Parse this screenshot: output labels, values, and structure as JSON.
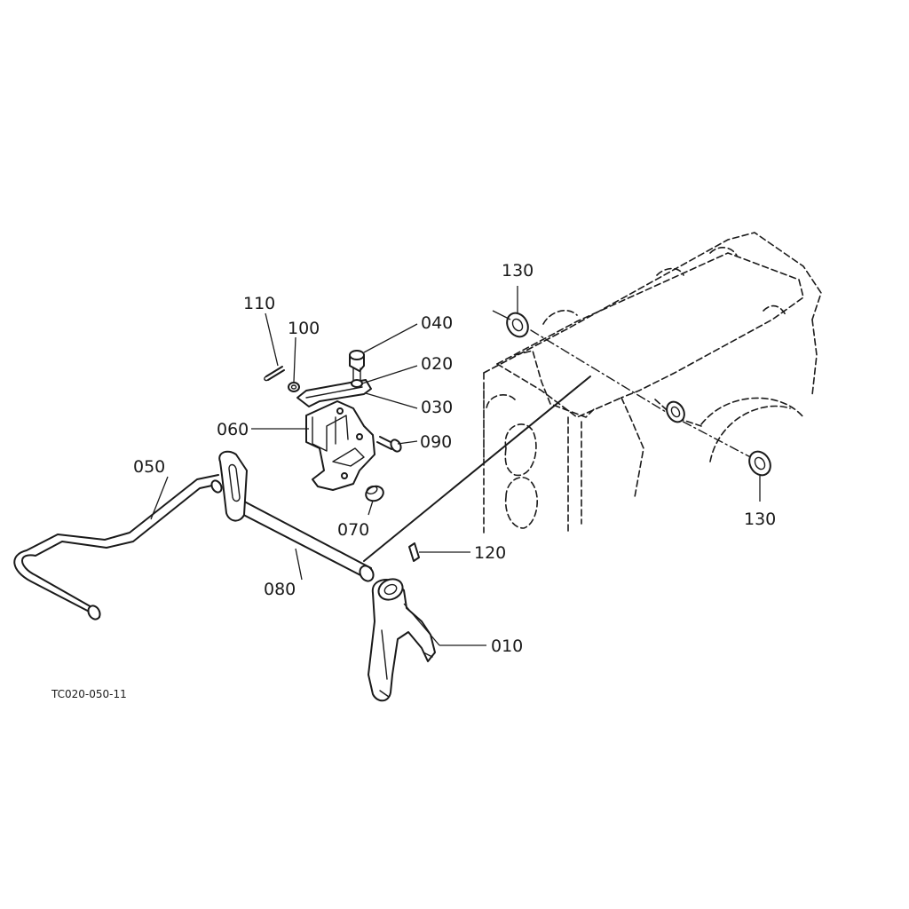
{
  "diagram": {
    "callouts": {
      "p010": "010",
      "p020": "020",
      "p030": "030",
      "p040": "040",
      "p050": "050",
      "p060": "060",
      "p070": "070",
      "p080": "080",
      "p090": "090",
      "p100": "100",
      "p110": "110",
      "p120": "120",
      "p130_top": "130",
      "p130_bottom": "130"
    },
    "reference_code": "TC020-050-11"
  }
}
